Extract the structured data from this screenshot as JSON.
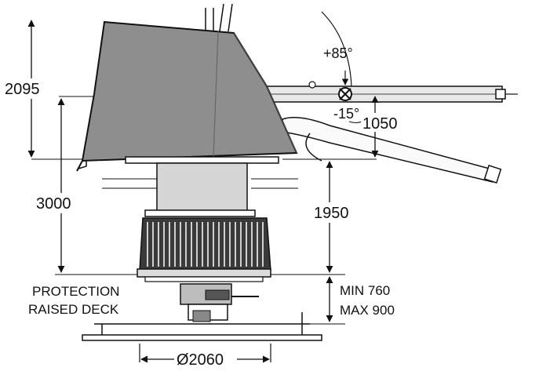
{
  "dimensions": {
    "height_top": "2095",
    "height_total": "3000",
    "pedestal": "1950",
    "trunnion": "1050",
    "deck_min": "MIN 760",
    "deck_max": "MAX 900",
    "diameter": "Ø2060"
  },
  "angles": {
    "elevation": "+85°",
    "depression": "-15°"
  },
  "labels": {
    "protection": "PROTECTION",
    "raised_deck": "RAISED DECK"
  },
  "colors": {
    "shield": "#8e8e8e",
    "shield_dark": "#6f6f6f",
    "line": "#111111"
  }
}
